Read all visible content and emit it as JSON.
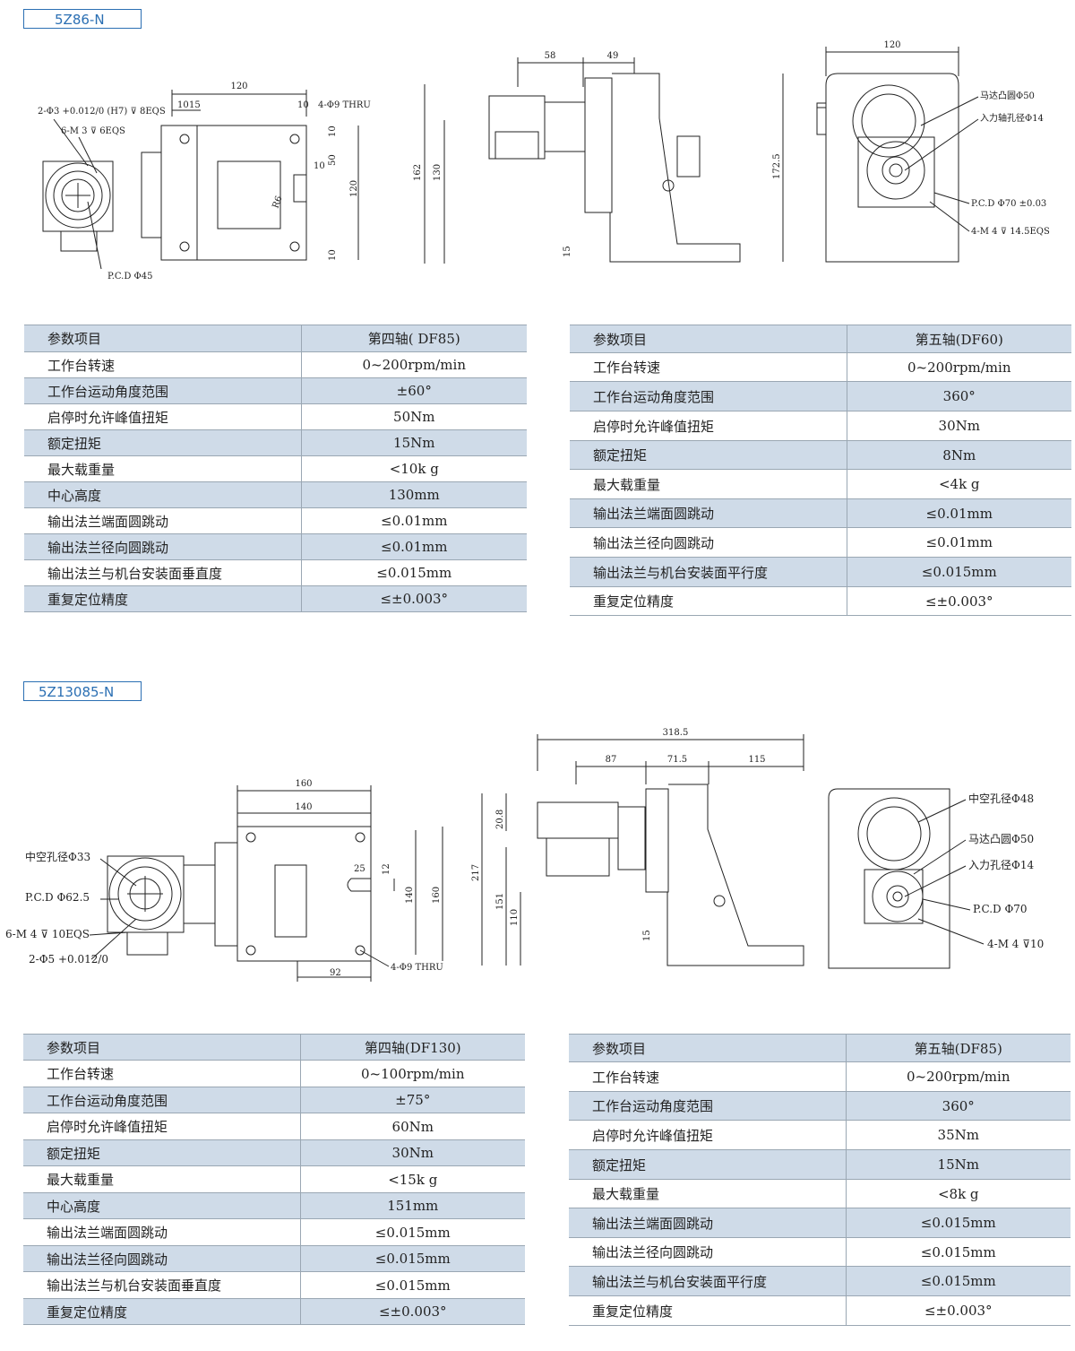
{
  "sections": [
    {
      "model": "5Z86-N",
      "front_view": {
        "dims": [
          "120",
          "10",
          "15",
          "10",
          "4-Φ9  THRU",
          "10",
          "50",
          "10",
          "120",
          "R6",
          "10"
        ],
        "notes": [
          "2-Φ3 +0.012/0 (H7) ⊽ 8EQS",
          "6-M 3 ⊽ 6EQS",
          "P.C.D Φ45"
        ]
      },
      "side_view": {
        "dims": [
          "58",
          "49",
          "162",
          "130",
          "15"
        ]
      },
      "rear_view": {
        "dims": [
          "120",
          "172.5"
        ],
        "notes": [
          "马达凸圆Φ50",
          "入力轴孔径Φ14",
          "P.C.D Φ70 ±0.03",
          "4-M 4 ⊽ 14.5EQS"
        ]
      },
      "tables": [
        {
          "header": [
            "参数项目",
            "第四轴( DF85)"
          ],
          "rows": [
            [
              "工作台转速",
              "0~200rpm/min"
            ],
            [
              "工作台运动角度范围",
              "±60°"
            ],
            [
              "启停时允许峰值扭矩",
              "50Nm"
            ],
            [
              "额定扭矩",
              "15Nm"
            ],
            [
              "最大载重量",
              "<10k g"
            ],
            [
              "中心高度",
              "130mm"
            ],
            [
              "输出法兰端面圆跳动",
              "≤0.01mm"
            ],
            [
              "输出法兰径向圆跳动",
              "≤0.01mm"
            ],
            [
              "输出法兰与机台安装面垂直度",
              "≤0.015mm"
            ],
            [
              "重复定位精度",
              "≤±0.003°"
            ]
          ]
        },
        {
          "header": [
            "参数项目",
            "第五轴(DF60)"
          ],
          "rows": [
            [
              "工作台转速",
              "0~200rpm/min"
            ],
            [
              "工作台运动角度范围",
              "360°"
            ],
            [
              "启停时允许峰值扭矩",
              "30Nm"
            ],
            [
              "额定扭矩",
              "8Nm"
            ],
            [
              "最大载重量",
              "<4k g"
            ],
            [
              "输出法兰端面圆跳动",
              "≤0.01mm"
            ],
            [
              "输出法兰径向圆跳动",
              "≤0.01mm"
            ],
            [
              "输出法兰与机台安装面平行度",
              "≤0.015mm"
            ],
            [
              "重复定位精度",
              "≤±0.003°"
            ]
          ]
        }
      ]
    },
    {
      "model": "5Z13085-N",
      "front_view": {
        "dims": [
          "160",
          "140",
          "25",
          "12",
          "140",
          "160",
          "92",
          "4-Φ9  THRU"
        ],
        "notes": [
          "中空孔径Φ33",
          "P.C.D Φ62.5",
          "6-M 4 ⊽ 10EQS",
          "2-Φ5 +0.012/0"
        ]
      },
      "side_view": {
        "dims": [
          "318.5",
          "87",
          "71.5",
          "115",
          "20.8",
          "217",
          "151",
          "110",
          "15"
        ]
      },
      "rear_view": {
        "notes": [
          "中空孔径Φ48",
          "马达凸圆Φ50",
          "入力孔径Φ14",
          "P.C.D Φ70",
          "4-M 4 ⊽10"
        ]
      },
      "tables": [
        {
          "header": [
            "参数项目",
            "第四轴(DF130)"
          ],
          "rows": [
            [
              "工作台转速",
              "0~100rpm/min"
            ],
            [
              "工作台运动角度范围",
              "±75°"
            ],
            [
              "启停时允许峰值扭矩",
              "60Nm"
            ],
            [
              "额定扭矩",
              "30Nm"
            ],
            [
              "最大载重量",
              "<15k g"
            ],
            [
              "中心高度",
              "151mm"
            ],
            [
              "输出法兰端面圆跳动",
              "≤0.015mm"
            ],
            [
              "输出法兰径向圆跳动",
              "≤0.015mm"
            ],
            [
              "输出法兰与机台安装面垂直度",
              "≤0.015mm"
            ],
            [
              "重复定位精度",
              "≤±0.003°"
            ]
          ]
        },
        {
          "header": [
            "参数项目",
            "第五轴(DF85)"
          ],
          "rows": [
            [
              "工作台转速",
              "0~200rpm/min"
            ],
            [
              "工作台运动角度范围",
              "360°"
            ],
            [
              "启停时允许峰值扭矩",
              "35Nm"
            ],
            [
              "额定扭矩",
              "15Nm"
            ],
            [
              "最大载重量",
              "<8k g"
            ],
            [
              "输出法兰端面圆跳动",
              "≤0.015mm"
            ],
            [
              "输出法兰径向圆跳动",
              "≤0.015mm"
            ],
            [
              "输出法兰与机台安装面平行度",
              "≤0.015mm"
            ],
            [
              "重复定位精度",
              "≤±0.003°"
            ]
          ]
        }
      ]
    }
  ],
  "colors": {
    "accent": "#2b6fb3",
    "table_shade": "#cfdbe8",
    "rule": "#9aa7b3"
  }
}
